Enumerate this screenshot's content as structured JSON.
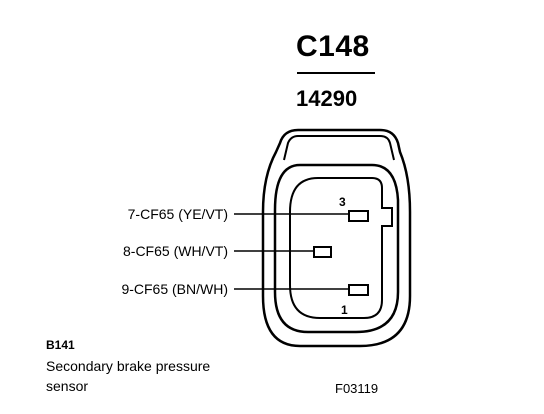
{
  "connector": {
    "id": "C148",
    "part_number": "14290"
  },
  "pins": [
    {
      "pin": "3",
      "label": "7-CF65 (YE/VT)"
    },
    {
      "pin": "",
      "label": "8-CF65 (WH/VT)"
    },
    {
      "pin": "1",
      "label": "9-CF65 (BN/WH)"
    }
  ],
  "component": {
    "id": "B141",
    "description": "Secondary brake pressure sensor"
  },
  "figure_code": "F03119"
}
